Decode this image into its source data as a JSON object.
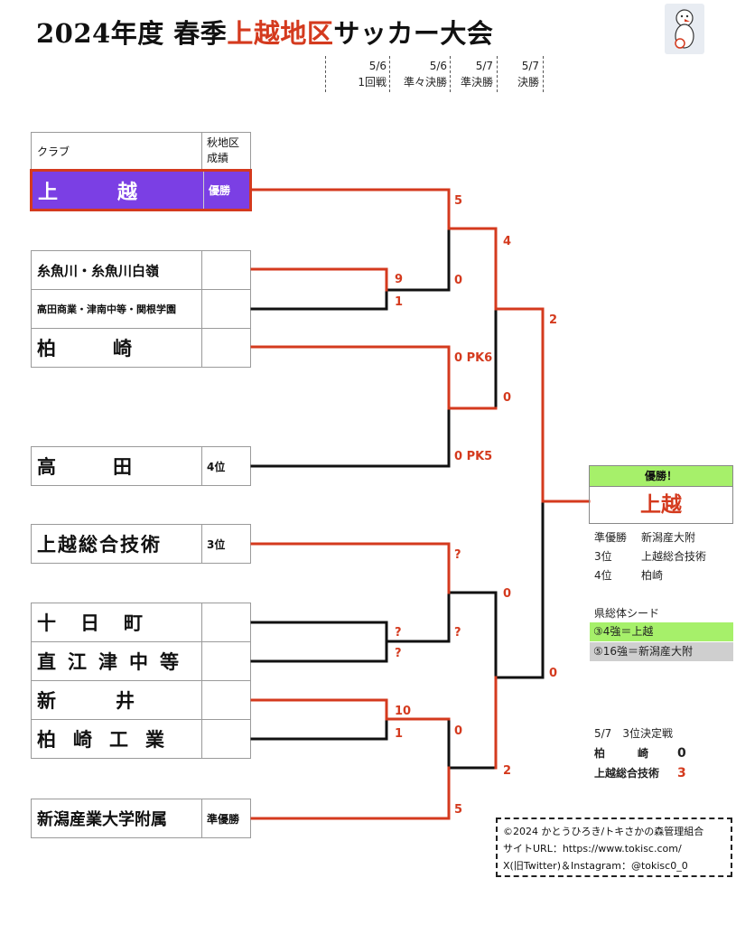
{
  "title": {
    "prefix": "2024年度 春季",
    "highlight": "上越地区",
    "suffix": "サッカー大会"
  },
  "rounds": [
    {
      "date": "5/6",
      "name": "1回戦"
    },
    {
      "date": "5/6",
      "name": "準々決勝"
    },
    {
      "date": "5/7",
      "name": "準決勝"
    },
    {
      "date": "5/7",
      "name": "決勝"
    }
  ],
  "table_header": {
    "club": "クラブ",
    "result": "秋地区\n成績"
  },
  "teams": [
    {
      "name": "上　　　越",
      "result": "優勝"
    },
    {
      "name": "糸魚川・糸魚川白嶺",
      "result": ""
    },
    {
      "name": "高田商業・津南中等・関根学園",
      "result": ""
    },
    {
      "name": "柏　　　崎",
      "result": ""
    },
    {
      "name": "高　　　田",
      "result": "4位"
    },
    {
      "name": "上越総合技術",
      "result": "3位"
    },
    {
      "name": "十　日　町",
      "result": ""
    },
    {
      "name": "直江津中等",
      "result": ""
    },
    {
      "name": "新　　井",
      "result": ""
    },
    {
      "name": "柏崎工業",
      "result": ""
    },
    {
      "name": "新潟産業大学附属",
      "result": "準優勝"
    }
  ],
  "scores": {
    "r1_a_top": "9",
    "r1_a_bot": "1",
    "r1_b_top": "?",
    "r1_b_bot": "?",
    "r1_c_top": "10",
    "r1_c_bot": "1",
    "qf1_top": "5",
    "qf1_bot": "0",
    "qf2_top": "0 PK6",
    "qf2_bot": "0 PK5",
    "qf3_top": "?",
    "qf3_bot": "?",
    "qf4_top": "0",
    "qf4_bot": "5",
    "sf1_top": "4",
    "sf1_bot": "0",
    "sf2_top": "0",
    "sf2_bot": "2",
    "f_top": "2",
    "f_bot": "0"
  },
  "winner": {
    "label": "優勝！",
    "team": "上越"
  },
  "standings": [
    {
      "rank": "準優勝",
      "team": "新潟産大附"
    },
    {
      "rank": "3位",
      "team": "上越総合技術"
    },
    {
      "rank": "4位",
      "team": "柏崎"
    }
  ],
  "seeds": {
    "title": "県総体シード",
    "items": [
      {
        "text": "③4強＝上越",
        "color": "#a6f06a"
      },
      {
        "text": "⑤16強＝新潟産大附",
        "color": "#cfcfcf"
      }
    ]
  },
  "third_place": {
    "title": "5/7　3位決定戦",
    "rows": [
      {
        "team": "柏　　　崎",
        "score": "0"
      },
      {
        "team": "上越総合技術",
        "score": "3"
      }
    ]
  },
  "credit": {
    "line1": "©2024 かとうひろき/トキさかの森管理組合",
    "line2": "サイトURL：https://www.tokisc.com/",
    "line3": "X(旧Twitter)＆Instagram：@tokisc0_0"
  },
  "colors": {
    "win": "#d43a1e",
    "lose": "#111111",
    "champion_bg": "#7b3fe4",
    "accent_green": "#a6f06a"
  }
}
